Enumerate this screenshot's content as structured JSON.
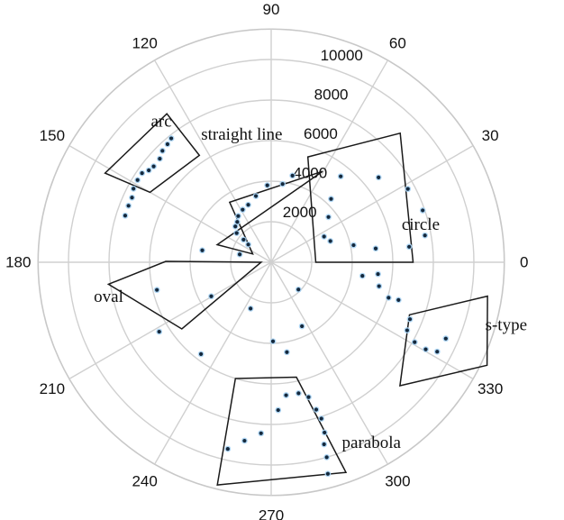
{
  "chart_data": {
    "type": "scatter",
    "coordinate_system": "polar",
    "theta_direction": "counter-clockwise",
    "theta_zero": "east",
    "angle_ticks": [
      "0",
      "30",
      "60",
      "90",
      "120",
      "150",
      "180",
      "210",
      "240",
      "270",
      "300",
      "330"
    ],
    "angle_tick_values": [
      0,
      30,
      60,
      90,
      120,
      150,
      180,
      210,
      240,
      270,
      300,
      330
    ],
    "radial_ticks": [
      "2000",
      "4000",
      "6000",
      "8000",
      "10000"
    ],
    "radial_tick_values": [
      2000,
      4000,
      6000,
      8000,
      10000
    ],
    "radial_label_angle_deg": 75,
    "rlim": [
      0,
      11500
    ],
    "grid": true,
    "point_color": "#14283c",
    "point_halo_color": "#a9d4f5",
    "box_color": "#1a1a1a",
    "groups": [
      {
        "label": "arc",
        "label_theta": 128,
        "label_r": 8800,
        "box_corners": [
          [
            125.1,
            8950
          ],
          [
            151.8,
            9300
          ],
          [
            150.0,
            6900
          ],
          [
            123.9,
            6350
          ]
        ],
        "points": [
          {
            "theta": 128.9,
            "r": 7850
          },
          {
            "theta": 131.3,
            "r": 7750
          },
          {
            "theta": 134.3,
            "r": 7680
          },
          {
            "theta": 137.1,
            "r": 7500
          },
          {
            "theta": 140.8,
            "r": 7480
          },
          {
            "theta": 143.1,
            "r": 7550
          },
          {
            "theta": 145.4,
            "r": 7740
          },
          {
            "theta": 148.4,
            "r": 7740
          },
          {
            "theta": 151.9,
            "r": 7700
          },
          {
            "theta": 155.1,
            "r": 7570
          },
          {
            "theta": 158.4,
            "r": 7570
          },
          {
            "theta": 162.3,
            "r": 7560
          }
        ]
      },
      {
        "label": "straight line",
        "label_theta": 103,
        "label_r": 6450,
        "box_corners": [
          [
            60.5,
            5150
          ],
          [
            124.7,
            3600
          ],
          [
            155.9,
            1000
          ],
          [
            162.0,
            2800
          ]
        ],
        "points": [
          {
            "theta": 76.2,
            "r": 4400
          },
          {
            "theta": 81.7,
            "r": 3900
          },
          {
            "theta": 92.9,
            "r": 3800
          },
          {
            "theta": 103.0,
            "r": 3350
          },
          {
            "theta": 111.8,
            "r": 3050
          },
          {
            "theta": 118.5,
            "r": 2950
          },
          {
            "theta": 125.5,
            "r": 2800
          },
          {
            "theta": 130.1,
            "r": 2600
          },
          {
            "theta": 135.0,
            "r": 2500
          },
          {
            "theta": 139.8,
            "r": 2230
          },
          {
            "theta": 140.7,
            "r": 1760
          },
          {
            "theta": 142.3,
            "r": 1430
          }
        ]
      },
      {
        "label": "circle",
        "label_theta": 14,
        "label_r": 7600,
        "box_corners": [
          [
            70.8,
            5500
          ],
          [
            45.0,
            9000
          ],
          [
            0.0,
            7000
          ],
          [
            0.0,
            2200
          ]
        ],
        "points": [
          {
            "theta": 51.0,
            "r": 5450
          },
          {
            "theta": 38.3,
            "r": 6750
          },
          {
            "theta": 28.2,
            "r": 7650
          },
          {
            "theta": 18.9,
            "r": 7900
          },
          {
            "theta": 9.9,
            "r": 7700
          },
          {
            "theta": 6.4,
            "r": 6850
          },
          {
            "theta": 7.5,
            "r": 5200
          },
          {
            "theta": 11.7,
            "r": 4150
          },
          {
            "theta": 19.7,
            "r": 3100
          },
          {
            "theta": 25.9,
            "r": 2900
          },
          {
            "theta": 38.3,
            "r": 3600
          },
          {
            "theta": 46.6,
            "r": 4300
          }
        ]
      },
      {
        "label": "s-type",
        "label_theta": 345,
        "label_r": 12000,
        "box_corners": [
          [
            339.2,
            7300
          ],
          [
            351.1,
            10800
          ],
          [
            334.5,
            11800
          ],
          [
            316.2,
            8800
          ]
        ],
        "points": [
          {
            "theta": 351.5,
            "r": 4550
          },
          {
            "theta": 353.7,
            "r": 5300
          },
          {
            "theta": 347.5,
            "r": 5450
          },
          {
            "theta": 343.2,
            "r": 6050
          },
          {
            "theta": 343.5,
            "r": 6550
          },
          {
            "theta": 337.7,
            "r": 7400
          },
          {
            "theta": 333.4,
            "r": 7500
          },
          {
            "theta": 330.9,
            "r": 8100
          },
          {
            "theta": 330.6,
            "r": 8750
          },
          {
            "theta": 331.7,
            "r": 9300
          },
          {
            "theta": 336.4,
            "r": 9400
          }
        ]
      },
      {
        "label": "oval",
        "label_theta": 192,
        "label_r": 8200,
        "box_corners": [
          [
            179.5,
            5200
          ],
          [
            180.0,
            500
          ],
          [
            216.7,
            5500
          ],
          [
            187.7,
            8100
          ]
        ],
        "points": [
          {
            "theta": 209.6,
            "r": 3400
          },
          {
            "theta": 246.0,
            "r": 2500
          },
          {
            "theta": 271.3,
            "r": 3900
          },
          {
            "theta": 279.9,
            "r": 4500
          },
          {
            "theta": 295.7,
            "r": 3500
          },
          {
            "theta": 315.0,
            "r": 1900
          },
          {
            "theta": 232.6,
            "r": 5700
          },
          {
            "theta": 211.8,
            "r": 6500
          },
          {
            "theta": 193.6,
            "r": 5800
          },
          {
            "theta": 170.2,
            "r": 3450
          },
          {
            "theta": 165.9,
            "r": 1600
          }
        ]
      },
      {
        "label": "parabola",
        "label_theta": 299,
        "label_r": 10200,
        "box_corners": [
          [
            252.9,
            6000
          ],
          [
            282.4,
            5800
          ],
          [
            289.6,
            11000
          ],
          [
            256.4,
            11300
          ]
        ],
        "points": [
          {
            "theta": 266.6,
            "r": 8450
          },
          {
            "theta": 261.5,
            "r": 8900
          },
          {
            "theta": 256.9,
            "r": 9450
          },
          {
            "theta": 272.7,
            "r": 7300
          },
          {
            "theta": 276.4,
            "r": 6600
          },
          {
            "theta": 281.8,
            "r": 6600
          },
          {
            "theta": 285.5,
            "r": 6900
          },
          {
            "theta": 287.0,
            "r": 7600
          },
          {
            "theta": 287.8,
            "r": 8100
          },
          {
            "theta": 287.4,
            "r": 8800
          },
          {
            "theta": 286.2,
            "r": 9350
          },
          {
            "theta": 285.9,
            "r": 10000
          },
          {
            "theta": 285.0,
            "r": 10800
          }
        ]
      }
    ]
  }
}
